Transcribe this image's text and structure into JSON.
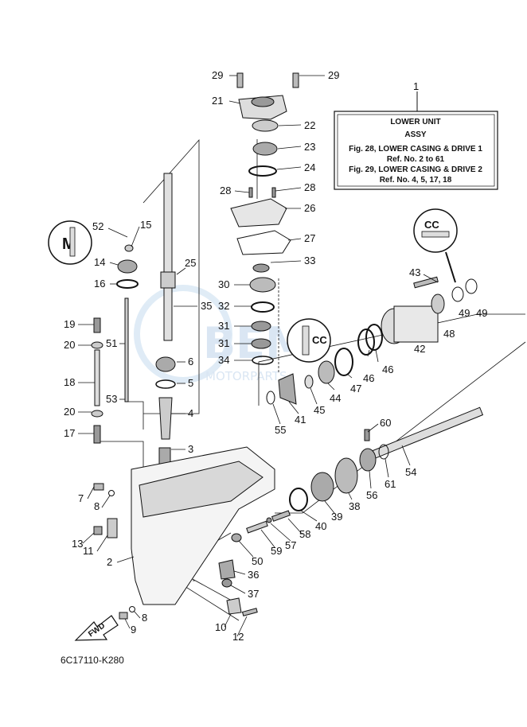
{
  "figure_code": "6C17110-K280",
  "title_box": {
    "number": "1",
    "line1": "LOWER UNIT",
    "line2": "ASSY",
    "line3": "Fig. 28, LOWER CASING & DRIVE 1",
    "line4": "Ref. No. 2 to 61",
    "line5": "Fig. 29, LOWER CASING & DRIVE 2",
    "line6": "Ref. No. 4, 5, 17, 18"
  },
  "badges": {
    "m": "M",
    "cc": "CC"
  },
  "fwd_label": "FWD",
  "watermark": {
    "brand": "BEM",
    "sub": "MOTORPARTS"
  },
  "labels": {
    "l29a": "29",
    "l29b": "29",
    "l21": "21",
    "l22": "22",
    "l23": "23",
    "l24": "24",
    "l28a": "28",
    "l28b": "28",
    "l26": "26",
    "l27": "27",
    "l33": "33",
    "l30": "30",
    "l32": "32",
    "l31a": "31",
    "l31b": "31",
    "l34": "34",
    "l52": "52",
    "l15": "15",
    "l14": "14",
    "l16": "16",
    "l25": "25",
    "l35": "35",
    "l19": "19",
    "l20a": "20",
    "l51": "51",
    "l6": "6",
    "l5": "5",
    "l18": "18",
    "l53": "53",
    "l20b": "20",
    "l4": "4",
    "l17": "17",
    "l3": "3",
    "l43": "43",
    "l49a": "49",
    "l49b": "49",
    "l48": "48",
    "l42": "42",
    "l47": "47",
    "l46a": "46",
    "l46b": "46",
    "l44": "44",
    "l45": "45",
    "l41": "41",
    "l55": "55",
    "l60": "60",
    "l54": "54",
    "l61": "61",
    "l56": "56",
    "l38": "38",
    "l39": "39",
    "l40": "40",
    "l58": "58",
    "l57": "57",
    "l59": "59",
    "l50": "50",
    "l36": "36",
    "l37": "37",
    "l7": "7",
    "l8a": "8",
    "l13": "13",
    "l11": "11",
    "l2": "2",
    "l8b": "8",
    "l9": "9",
    "l10": "10",
    "l12": "12"
  }
}
